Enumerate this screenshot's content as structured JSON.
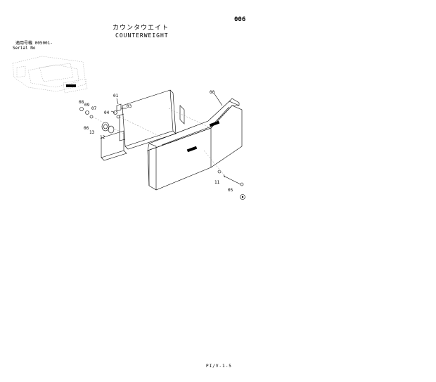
{
  "header": {
    "page_number": "006",
    "title_jp": "カウンタウエイト",
    "title_en": "COUNTERWEIGHT",
    "serial_label_jp": "適用号機 005001-",
    "serial_label_en": "Serial No"
  },
  "callouts": [
    "00",
    "01",
    "03",
    "04",
    "05",
    "06",
    "07",
    "08",
    "09",
    "11",
    "12",
    "13"
  ],
  "footer": {
    "code": "PI/V-1-5"
  }
}
